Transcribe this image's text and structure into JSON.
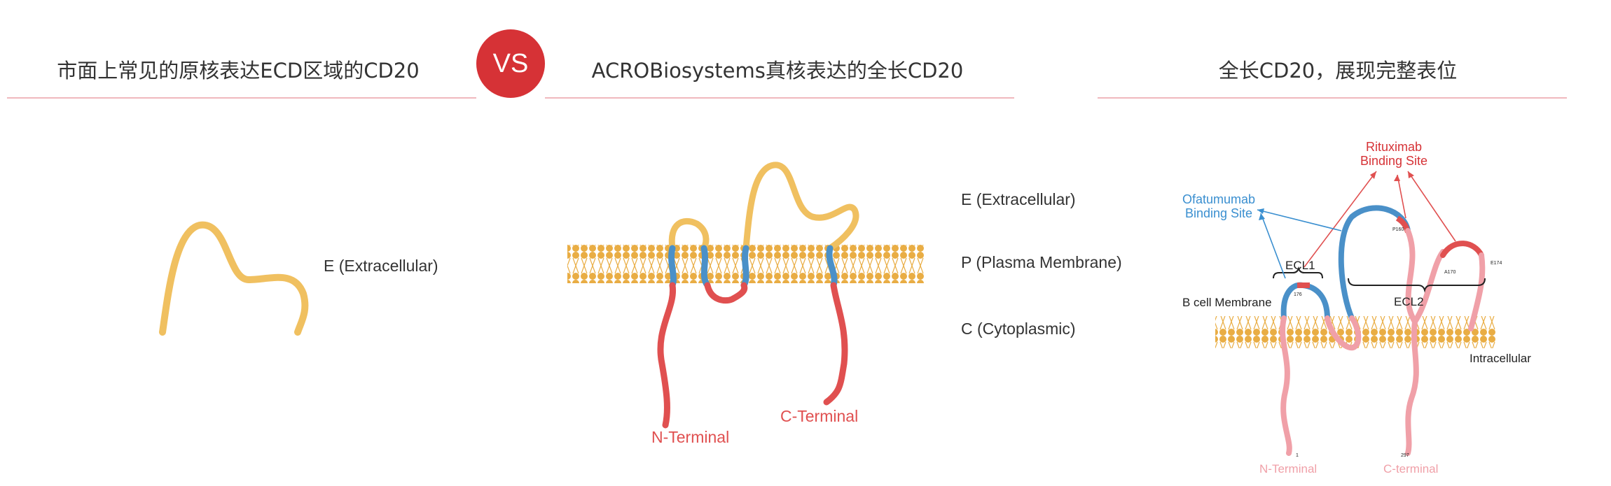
{
  "header": {
    "left_title": "市面上常见的原核表达ECD区域的CD20",
    "vs_label": "VS",
    "center_title": "ACROBiosystems真核表达的全长CD20",
    "right_title": "全长CD20，展现完整表位"
  },
  "panel1": {
    "extracellular_label": "E (Extracellular)"
  },
  "panel2": {
    "extracellular_label": "E (Extracellular)",
    "membrane_label": "P (Plasma Membrane)",
    "cytoplasmic_label": "C (Cytoplasmic)",
    "n_terminal_label": "N-Terminal",
    "c_terminal_label": "C-Terminal"
  },
  "panel3": {
    "rituximab_line1": "Rituximab",
    "rituximab_line2": "Binding Site",
    "ofatumumab_line1": "Ofatumumab",
    "ofatumumab_line2": "Binding Site",
    "ecl1_label": "ECL1",
    "ecl2_label": "ECL2",
    "bcell_label": "B cell Membrane",
    "intracellular_label": "Intracellular",
    "residue_176": "176",
    "residue_p160": "P160",
    "residue_a170": "A170",
    "residue_e174": "E174",
    "residue_1": "1",
    "residue_297": "297",
    "n_terminal_label": "N-Terminal",
    "c_terminal_label": "C-terminal"
  },
  "colors": {
    "accent_red": "#d63236",
    "loop_yellow": "#f0c060",
    "membrane_gold": "#e8a93a",
    "transmembrane_blue": "#4a90c8",
    "cytoplasmic_red": "#e05050",
    "pink_chain": "#f0a0a8",
    "blue_label": "#3a8fd0",
    "divider_pink": "#f0b8bd"
  }
}
